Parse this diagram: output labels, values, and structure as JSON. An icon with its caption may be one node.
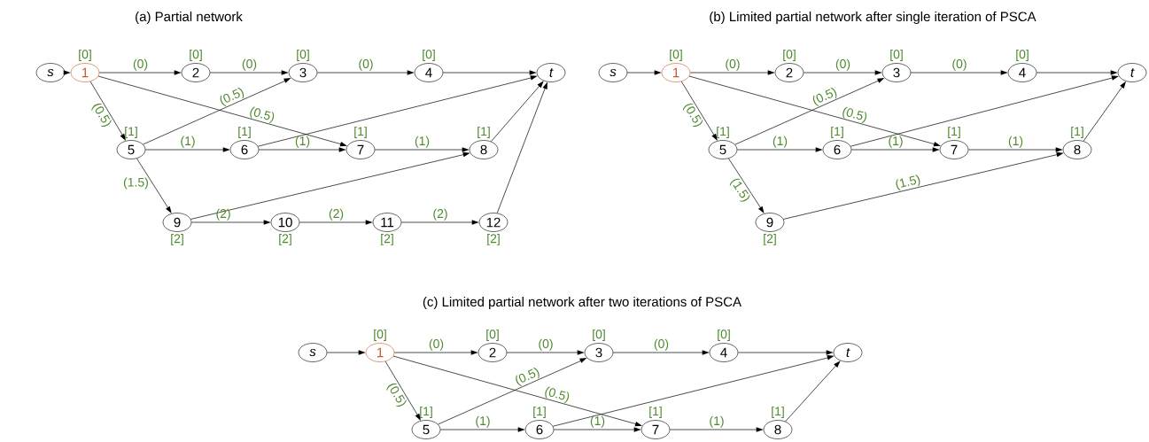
{
  "diagram": {
    "nodes": [
      {
        "text": [
          "s"
        ]
      },
      {
        "text": [
          "1"
        ],
        "beside": [
          "[0]"
        ]
      },
      {
        "text": [
          "2"
        ],
        "beside": [
          "[0]"
        ]
      },
      {
        "text": [
          "3"
        ],
        "beside": [
          "[0]"
        ]
      },
      {
        "text": [
          "4"
        ],
        "beside": [
          "[0]"
        ]
      },
      {
        "text": [
          "5"
        ],
        "beside": [
          "[1]"
        ]
      },
      {
        "text": [
          "6"
        ],
        "beside": [
          "[1]"
        ]
      },
      {
        "text": [
          "7"
        ],
        "beside": [
          "[1]"
        ]
      },
      {
        "text": [
          "8"
        ],
        "beside": [
          "[1]"
        ]
      },
      {
        "text": [
          "9"
        ],
        "beside": [
          "[2]"
        ]
      },
      {
        "text": [
          "10"
        ],
        "beside": [
          "[2]"
        ]
      },
      {
        "text": [
          "11"
        ],
        "beside": [
          "[2]"
        ]
      },
      {
        "text": [
          "12"
        ],
        "beside": [
          "[2]"
        ]
      },
      {
        "text": [
          "t"
        ]
      },
      {
        "text": [
          "s"
        ]
      },
      {
        "text": [
          "1"
        ],
        "beside": [
          "[0]"
        ]
      },
      {
        "text": [
          "2"
        ],
        "beside": [
          "[0]"
        ]
      },
      {
        "text": [
          "3"
        ],
        "beside": [
          "[0]"
        ]
      },
      {
        "text": [
          "4"
        ],
        "beside": [
          "[0]"
        ]
      },
      {
        "text": [
          "5"
        ],
        "beside": [
          "[1]"
        ]
      },
      {
        "text": [
          "6"
        ],
        "beside": [
          "[1]"
        ]
      },
      {
        "text": [
          "7"
        ],
        "beside": [
          "[1]"
        ]
      },
      {
        "text": [
          "8"
        ],
        "beside": [
          "[1]"
        ]
      },
      {
        "text": [
          "9"
        ],
        "beside": [
          "[2]"
        ]
      },
      {
        "text": [
          "t"
        ]
      },
      {
        "text": [
          "s"
        ]
      },
      {
        "text": [
          "1"
        ],
        "beside": [
          "[0]"
        ]
      },
      {
        "text": [
          "2"
        ],
        "beside": [
          "[0]"
        ]
      },
      {
        "text": [
          "3"
        ],
        "beside": [
          "[0]"
        ]
      },
      {
        "text": [
          "4"
        ],
        "beside": [
          "[0]"
        ]
      },
      {
        "text": [
          "5"
        ],
        "beside": [
          "[1]"
        ]
      },
      {
        "text": [
          "6"
        ],
        "beside": [
          "[1]"
        ]
      },
      {
        "text": [
          "7"
        ],
        "beside": [
          "[1]"
        ]
      },
      {
        "text": [
          "8"
        ],
        "beside": [
          "[1]"
        ]
      },
      {
        "text": [
          "t"
        ]
      }
    ],
    "edges": [
      {
        "from": 0,
        "to": 1,
        "arrow": "to"
      },
      {
        "from": 1,
        "to": 2,
        "arrow": "to",
        "label": "(0)"
      },
      {
        "from": 2,
        "to": 3,
        "arrow": "to",
        "label": "(0)"
      },
      {
        "from": 3,
        "to": 4,
        "arrow": "to",
        "label": "(0)"
      },
      {
        "from": 4,
        "to": 13,
        "arrow": "to"
      },
      {
        "from": 1,
        "to": 5,
        "arrow": "to",
        "label": "(0.5)"
      },
      {
        "from": 1,
        "to": 7,
        "arrow": "to",
        "label": "(0.5)"
      },
      {
        "from": 5,
        "to": 3,
        "arrow": "to",
        "label": "(0.5)"
      },
      {
        "from": 5,
        "to": 6,
        "arrow": "to",
        "label": "(1)"
      },
      {
        "from": 6,
        "to": 7,
        "arrow": "to",
        "label": "(1)"
      },
      {
        "from": 7,
        "to": 8,
        "arrow": "to",
        "label": "(1)"
      },
      {
        "from": 6,
        "to": 13,
        "arrow": "to"
      },
      {
        "from": 8,
        "to": 13,
        "arrow": "to"
      },
      {
        "from": 5,
        "to": 9,
        "arrow": "to",
        "label": "(1.5)"
      },
      {
        "from": 9,
        "to": 8,
        "arrow": "to"
      },
      {
        "from": 9,
        "to": 10,
        "arrow": "to",
        "label": "(2)"
      },
      {
        "from": 10,
        "to": 11,
        "arrow": "to",
        "label": "(2)"
      },
      {
        "from": 11,
        "to": 12,
        "arrow": "to",
        "label": "(2)"
      },
      {
        "from": 12,
        "to": 13,
        "arrow": "to"
      },
      {
        "from": 14,
        "to": 15,
        "arrow": "to"
      },
      {
        "from": 15,
        "to": 16,
        "arrow": "to",
        "label": "(0)"
      },
      {
        "from": 16,
        "to": 17,
        "arrow": "to",
        "label": "(0)"
      },
      {
        "from": 17,
        "to": 18,
        "arrow": "to",
        "label": "(0)"
      },
      {
        "from": 18,
        "to": 24,
        "arrow": "to"
      },
      {
        "from": 15,
        "to": 19,
        "arrow": "to",
        "label": "(0.5)"
      },
      {
        "from": 15,
        "to": 21,
        "arrow": "to",
        "label": "(0.5)"
      },
      {
        "from": 19,
        "to": 17,
        "arrow": "to",
        "label": "(0.5)"
      },
      {
        "from": 19,
        "to": 20,
        "arrow": "to",
        "label": "(1)"
      },
      {
        "from": 20,
        "to": 21,
        "arrow": "to",
        "label": "(1)"
      },
      {
        "from": 21,
        "to": 22,
        "arrow": "to",
        "label": "(1)"
      },
      {
        "from": 20,
        "to": 24,
        "arrow": "to"
      },
      {
        "from": 22,
        "to": 24,
        "arrow": "to"
      },
      {
        "from": 19,
        "to": 23,
        "arrow": "to",
        "label": "(1.5)"
      },
      {
        "from": 23,
        "to": 22,
        "arrow": "to",
        "label": "(1.5)"
      },
      {
        "from": 25,
        "to": 26,
        "arrow": "to"
      },
      {
        "from": 26,
        "to": 27,
        "arrow": "to",
        "label": "(0)"
      },
      {
        "from": 27,
        "to": 28,
        "arrow": "to",
        "label": "(0)"
      },
      {
        "from": 28,
        "to": 29,
        "arrow": "to",
        "label": "(0)"
      },
      {
        "from": 29,
        "to": 34,
        "arrow": "to"
      },
      {
        "from": 26,
        "to": 30,
        "arrow": "to",
        "label": "(0.5)"
      },
      {
        "from": 26,
        "to": 32,
        "arrow": "to",
        "label": "(0.5)"
      },
      {
        "from": 30,
        "to": 28,
        "arrow": "to",
        "label": "(0.5)"
      },
      {
        "from": 30,
        "to": 31,
        "arrow": "to",
        "label": "(1)"
      },
      {
        "from": 31,
        "to": 32,
        "arrow": "to",
        "label": "(1)"
      },
      {
        "from": 32,
        "to": 33,
        "arrow": "to",
        "label": "(1)"
      },
      {
        "from": 31,
        "to": 34,
        "arrow": "to"
      },
      {
        "from": 33,
        "to": 34,
        "arrow": "to"
      }
    ],
    "labels": [
      "(a) Partial network",
      "(b) Limited partial network after single iteration of PSCA",
      "(c) Limited partial network after two iterations of PSCA"
    ]
  }
}
